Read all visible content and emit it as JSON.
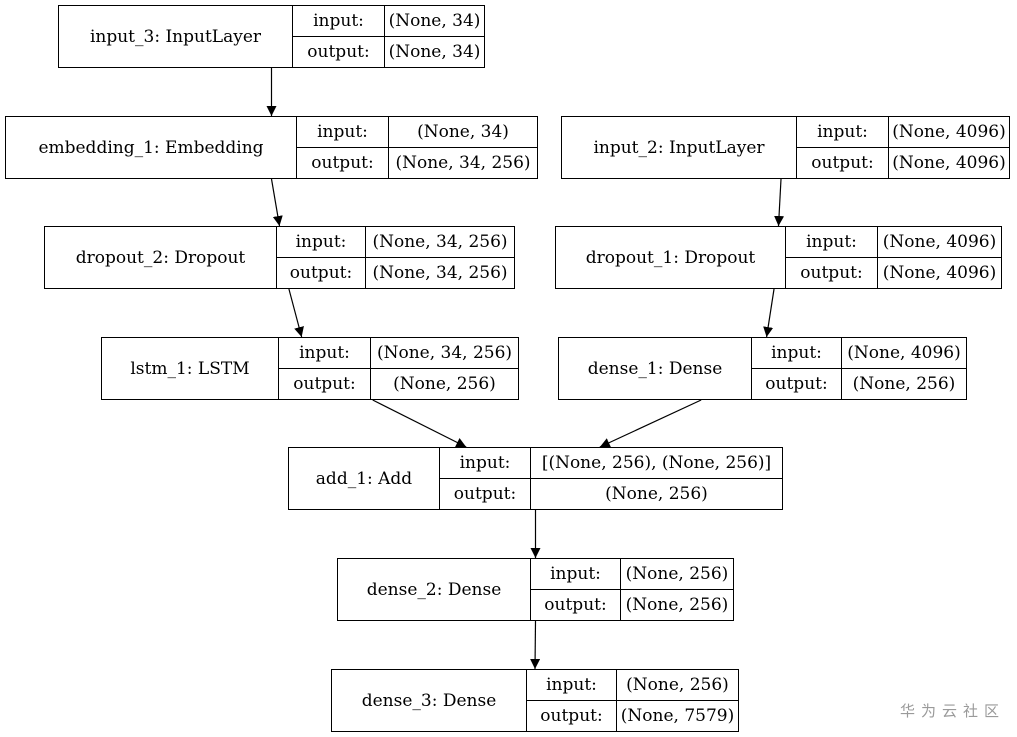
{
  "nodes": [
    {
      "id": "input_3",
      "name": "input_3: InputLayer",
      "input_label": "input:",
      "output_label": "output:",
      "input": "(None, 34)",
      "output": "(None, 34)"
    },
    {
      "id": "embedding_1",
      "name": "embedding_1: Embedding",
      "input_label": "input:",
      "output_label": "output:",
      "input": "(None, 34)",
      "output": "(None, 34, 256)"
    },
    {
      "id": "input_2",
      "name": "input_2: InputLayer",
      "input_label": "input:",
      "output_label": "output:",
      "input": "(None, 4096)",
      "output": "(None, 4096)"
    },
    {
      "id": "dropout_2",
      "name": "dropout_2: Dropout",
      "input_label": "input:",
      "output_label": "output:",
      "input": "(None, 34, 256)",
      "output": "(None, 34, 256)"
    },
    {
      "id": "dropout_1",
      "name": "dropout_1: Dropout",
      "input_label": "input:",
      "output_label": "output:",
      "input": "(None, 4096)",
      "output": "(None, 4096)"
    },
    {
      "id": "lstm_1",
      "name": "lstm_1: LSTM",
      "input_label": "input:",
      "output_label": "output:",
      "input": "(None, 34, 256)",
      "output": "(None, 256)"
    },
    {
      "id": "dense_1",
      "name": "dense_1: Dense",
      "input_label": "input:",
      "output_label": "output:",
      "input": "(None, 4096)",
      "output": "(None, 256)"
    },
    {
      "id": "add_1",
      "name": "add_1: Add",
      "input_label": "input:",
      "output_label": "output:",
      "input": "[(None, 256), (None, 256)]",
      "output": "(None, 256)"
    },
    {
      "id": "dense_2",
      "name": "dense_2: Dense",
      "input_label": "input:",
      "output_label": "output:",
      "input": "(None, 256)",
      "output": "(None, 256)"
    },
    {
      "id": "dense_3",
      "name": "dense_3: Dense",
      "input_label": "input:",
      "output_label": "output:",
      "input": "(None, 256)",
      "output": "(None, 7579)"
    }
  ],
  "edges": [
    {
      "from": "input_3",
      "to": "embedding_1"
    },
    {
      "from": "embedding_1",
      "to": "dropout_2"
    },
    {
      "from": "dropout_2",
      "to": "lstm_1"
    },
    {
      "from": "input_2",
      "to": "dropout_1"
    },
    {
      "from": "dropout_1",
      "to": "dense_1"
    },
    {
      "from": "lstm_1",
      "to": "add_1"
    },
    {
      "from": "dense_1",
      "to": "add_1"
    },
    {
      "from": "add_1",
      "to": "dense_2"
    },
    {
      "from": "dense_2",
      "to": "dense_3"
    }
  ],
  "watermark": "华为云社区"
}
